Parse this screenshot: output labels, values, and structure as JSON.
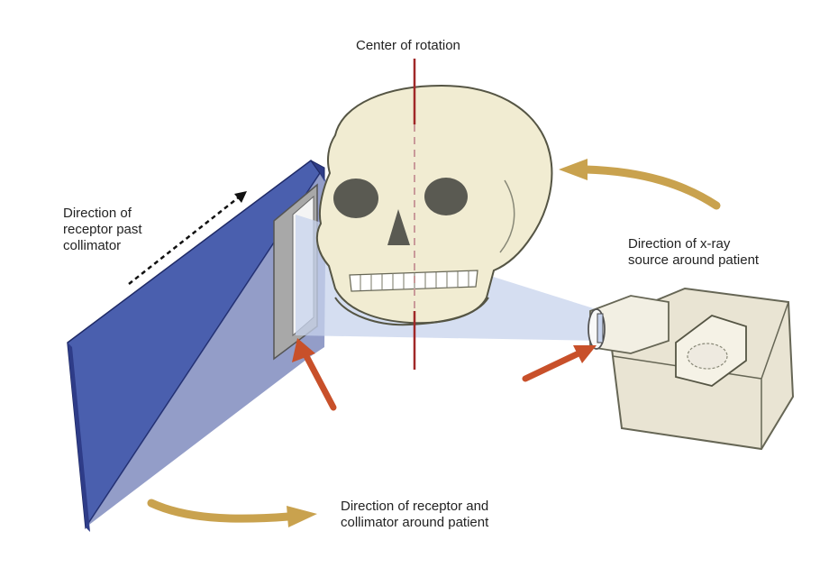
{
  "labels": {
    "center_of_rotation": "Center of rotation",
    "receptor_past_collimator": [
      "Direction of",
      "receptor past",
      "collimator"
    ],
    "xray_source_around_patient": [
      "Direction of x-ray",
      "source around patient"
    ],
    "receptor_collimator_around_patient": [
      "Direction of receptor and",
      "collimator around patient"
    ]
  },
  "colors": {
    "receptor_front": "#4a5fae",
    "receptor_side": "#2e3c88",
    "receptor_top": "#3a4c9a",
    "collimator": "#9a9a9a",
    "beam": "#c7d3ec",
    "rotation_axis": "#a02828",
    "indicator_arrow": "#c8502a",
    "motion_arrow": "#c9a24e",
    "skull": "#f1ecd2",
    "xray_housing": "#e9e4d3"
  }
}
